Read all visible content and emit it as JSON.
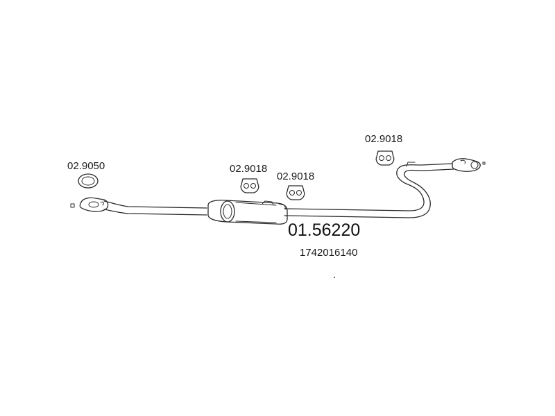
{
  "parts": {
    "gasket_ring": {
      "code": "02.9050"
    },
    "hanger_1": {
      "code": "02.9018"
    },
    "hanger_2": {
      "code": "02.9018"
    },
    "hanger_3": {
      "code": "02.9018"
    }
  },
  "main_part": {
    "number": "01.56220",
    "oe_number": "1742016140"
  }
}
